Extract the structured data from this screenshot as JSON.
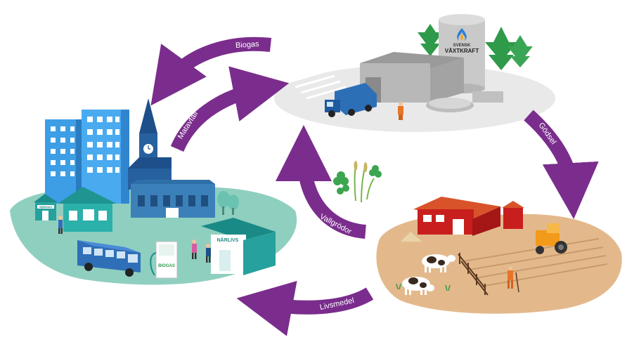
{
  "arrows": {
    "biogas": "Biogas",
    "matavfall": "Matavfall",
    "godsel": "Gödsel",
    "vallgrodor": "Vallgrödor",
    "livsmedel": "Livsmedel"
  },
  "plant": {
    "logo_line1": "SVENSK",
    "logo_line2": "VÄXTKRAFT"
  },
  "town": {
    "shop_sign": "NÄRLIVS",
    "pump_sign": "BIOGAS",
    "small_sign": "Mjölkbod"
  },
  "colors": {
    "arrow": "#7a2d8c",
    "town_ground": "#8fcfc0",
    "farm_ground": "#e3b98c",
    "plant_ground": "#e8e8e8"
  }
}
